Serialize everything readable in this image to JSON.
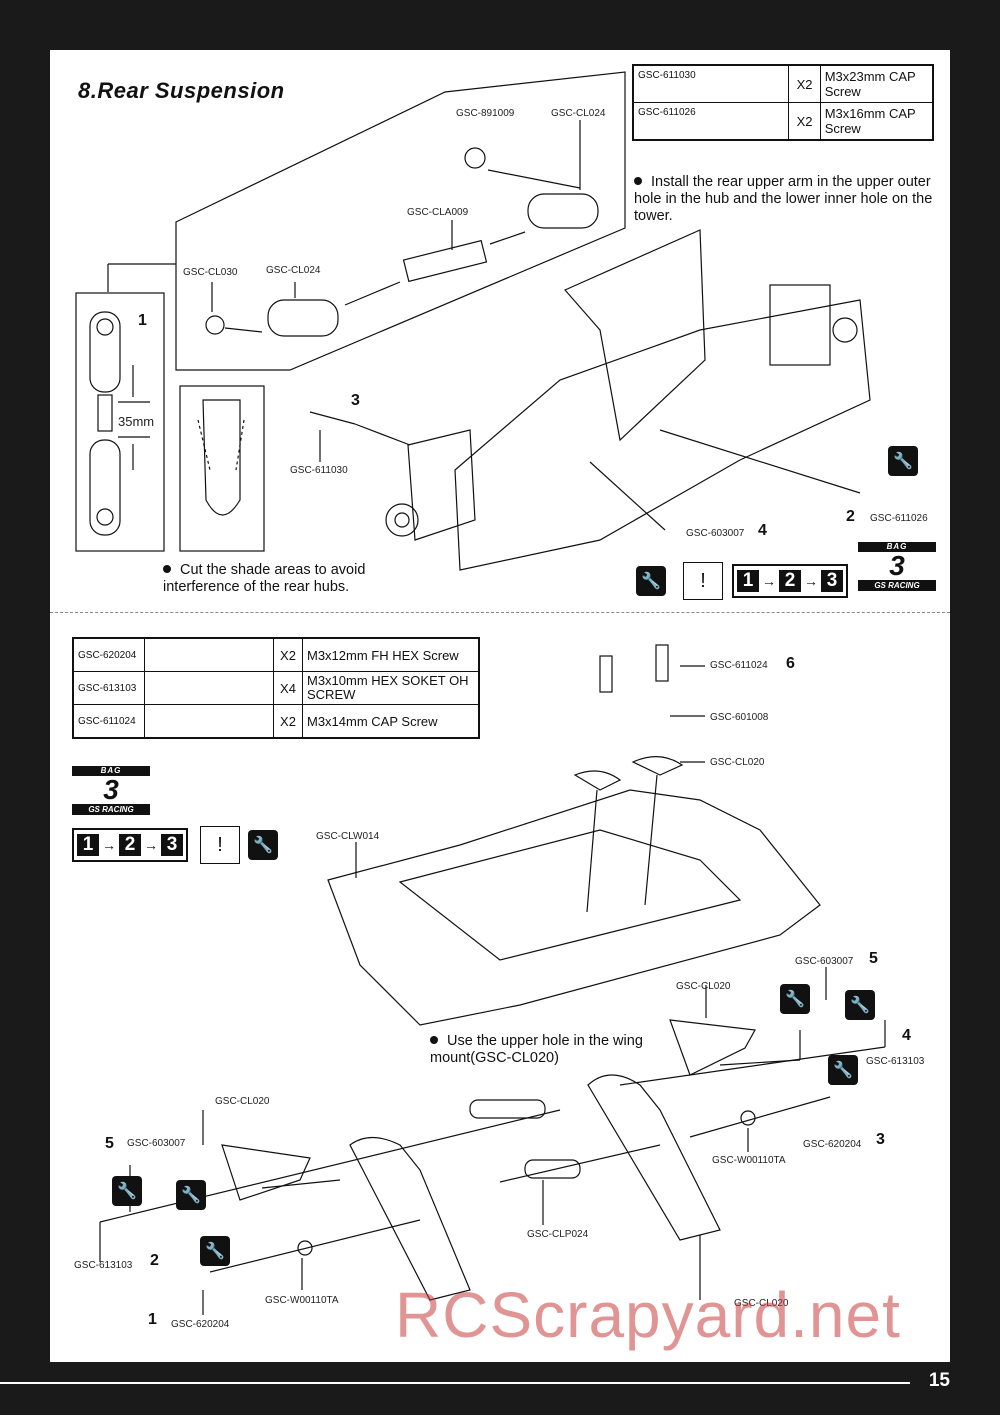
{
  "section_title": "8.Rear Suspension",
  "page_number": "15",
  "watermark": "RCScrapyard.net",
  "top_parts": [
    {
      "code": "GSC-611030",
      "qty": "X2",
      "desc": "M3x23mm CAP Screw"
    },
    {
      "code": "GSC-611026",
      "qty": "X2",
      "desc": "M3x16mm CAP Screw"
    }
  ],
  "bottom_parts": [
    {
      "code": "GSC-620204",
      "qty": "X2",
      "desc": "M3x12mm FH HEX Screw"
    },
    {
      "code": "GSC-613103",
      "qty": "X4",
      "desc": "M3x10mm HEX SOKET OH SCREW"
    },
    {
      "code": "GSC-611024",
      "qty": "X2",
      "desc": "M3x14mm CAP Screw"
    }
  ],
  "notes": {
    "upper_arm": "Install the rear upper arm in the upper outer hole in the hub and the lower inner hole on the tower.",
    "shade": "Cut the shade areas to avoid interference of the rear hubs.",
    "wing_mount": "Use the upper hole in the wing mount(GSC-CL020)"
  },
  "bag": {
    "label": "BAG",
    "number": "3",
    "brand": "GS RACING"
  },
  "sequence": [
    "1",
    "2",
    "3"
  ],
  "measure": "35mm",
  "top_labels": {
    "balljoint_a": "GSC-891009",
    "rodend_a": "GSC-CL024",
    "rod": "GSC-CLA009",
    "ball_b": "GSC-CL030",
    "rodend_b": "GSC-CL024",
    "screw_3": "GSC-611030",
    "nut_4": "GSC-603007",
    "screw_2": "GSC-611026"
  },
  "bottom_labels": {
    "screw_6": "GSC-611024",
    "washer_6": "GSC-601008",
    "cup_6": "GSC-CL020",
    "wing": "GSC-CLW014",
    "nut_5_right": "GSC-603007",
    "mount_right": "GSC-CL020",
    "screw_4_right": "GSC-613103",
    "screw_3_right": "GSC-620204",
    "washer_right": "GSC-W00110TA",
    "mount_left": "GSC-CL020",
    "nut_5_left": "GSC-603007",
    "screw_2_left": "GSC-613103",
    "washer_left": "GSC-W00110TA",
    "screw_1_left": "GSC-620204",
    "post": "GSC-CLP024",
    "stay": "GSC-CL020"
  },
  "steps": {
    "s1": "1",
    "s2": "2",
    "s3": "3",
    "s4": "4",
    "s5": "5",
    "s6": "6"
  }
}
